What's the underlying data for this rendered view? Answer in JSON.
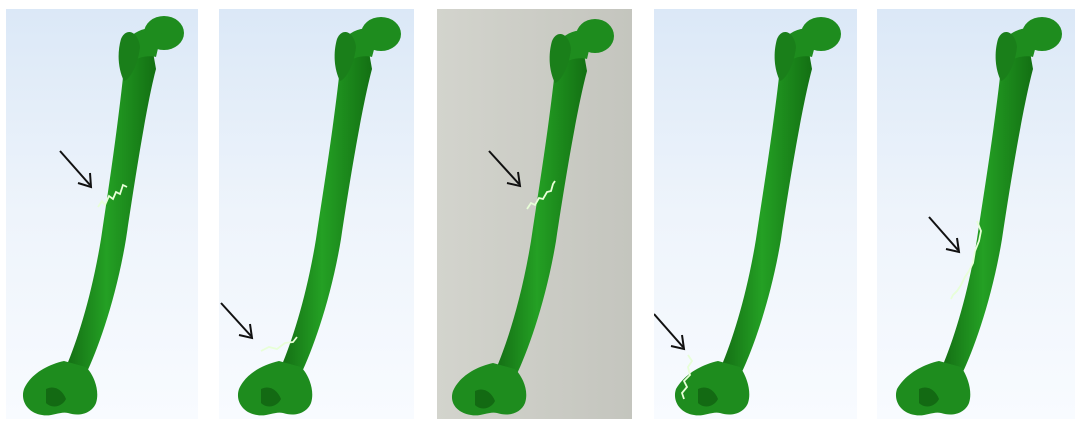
{
  "figure": {
    "panel_count": 5,
    "bone_color": "#1e8c1e",
    "bone_shadow_color": "#136a13",
    "fracture_line_color": "#e8ffd8",
    "arrow_color": "#111111",
    "panels": [
      {
        "background": "light-blue-gradient",
        "fracture": "transverse-mid-shaft"
      },
      {
        "background": "light-blue-gradient",
        "fracture": "transverse-distal"
      },
      {
        "background": "gray-gradient",
        "fracture": "oblique-mid-shaft"
      },
      {
        "background": "light-blue-gradient",
        "fracture": "distal-condyle"
      },
      {
        "background": "light-blue-gradient",
        "fracture": "longitudinal-shaft"
      }
    ]
  }
}
